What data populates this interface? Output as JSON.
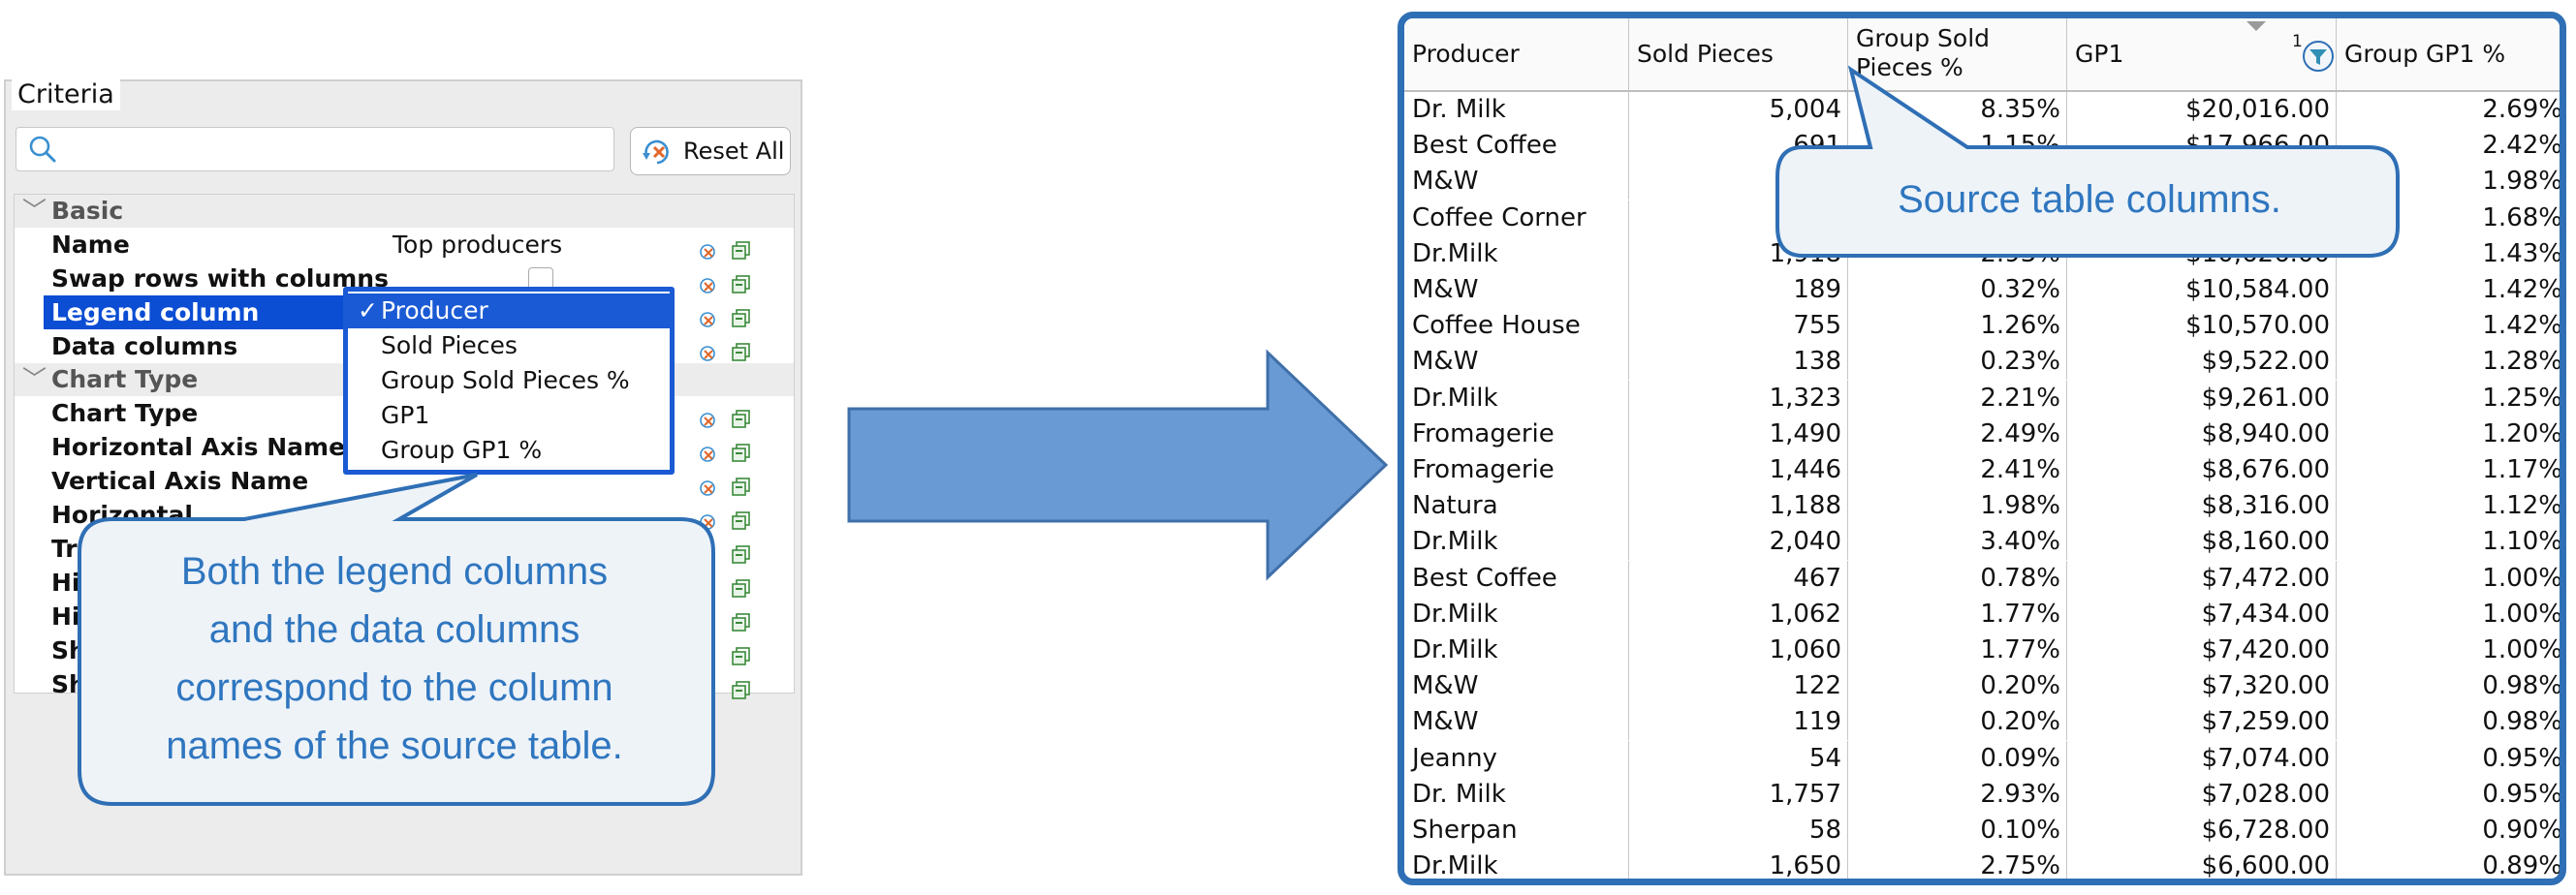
{
  "criteria": {
    "title": "Criteria",
    "search": {
      "placeholder": ""
    },
    "reset_label": "Reset All",
    "groups": [
      {
        "label": "Basic"
      },
      {
        "label": "Chart Type"
      }
    ],
    "rows": [
      {
        "name": "Name",
        "value": "Top producers"
      },
      {
        "name": "Swap rows with columns",
        "value": ""
      },
      {
        "name": "Legend column",
        "value": ""
      },
      {
        "name": "Data columns",
        "value": "."
      },
      {
        "name": "Chart Type",
        "value": ""
      },
      {
        "name": "Horizontal Axis Name",
        "value": ""
      },
      {
        "name": "Vertical Axis Name",
        "value": ""
      },
      {
        "name": "Horizontal",
        "value": ""
      },
      {
        "name": "Tra",
        "value": ""
      },
      {
        "name": "Hi",
        "value": ""
      },
      {
        "name": "Hi",
        "value": ""
      },
      {
        "name": "Sh",
        "value": ""
      },
      {
        "name": "Sh",
        "value": ""
      }
    ],
    "dropdown": {
      "check": "✓",
      "options": [
        "Producer",
        "Sold Pieces",
        "Group Sold Pieces %",
        "GP1",
        "Group GP1 %"
      ]
    }
  },
  "callouts": {
    "left": [
      "Both the legend columns",
      "and the data columns",
      "correspond to the column",
      "names of the source table."
    ],
    "right": "Source table columns."
  },
  "colors": {
    "accent": "#2f6fb5",
    "arrow": "#6a9ad3",
    "selection": "#1a5ad4",
    "callout_fill": "#eef3f8"
  },
  "table": {
    "headers": [
      "Producer",
      "Sold Pieces",
      "Group Sold Pieces %",
      "GP1",
      "Group GP1 %"
    ],
    "sort_index": "1",
    "rows": [
      [
        "Dr. Milk",
        "5,004",
        "8.35%",
        "$20,016.00",
        "2.69%"
      ],
      [
        "Best Coffee",
        "691",
        "1.15%",
        "$17,966.00",
        "2.42%"
      ],
      [
        "M&W",
        "",
        "",
        "",
        "1.98%"
      ],
      [
        "Coffee Corner",
        "",
        "",
        "",
        "1.68%"
      ],
      [
        "Dr.Milk",
        "1,918",
        "2.93%",
        "$10,626.00",
        "1.43%"
      ],
      [
        "M&W",
        "189",
        "0.32%",
        "$10,584.00",
        "1.42%"
      ],
      [
        "Coffee House",
        "755",
        "1.26%",
        "$10,570.00",
        "1.42%"
      ],
      [
        "M&W",
        "138",
        "0.23%",
        "$9,522.00",
        "1.28%"
      ],
      [
        "Dr.Milk",
        "1,323",
        "2.21%",
        "$9,261.00",
        "1.25%"
      ],
      [
        "Fromagerie",
        "1,490",
        "2.49%",
        "$8,940.00",
        "1.20%"
      ],
      [
        "Fromagerie",
        "1,446",
        "2.41%",
        "$8,676.00",
        "1.17%"
      ],
      [
        "Natura",
        "1,188",
        "1.98%",
        "$8,316.00",
        "1.12%"
      ],
      [
        "Dr.Milk",
        "2,040",
        "3.40%",
        "$8,160.00",
        "1.10%"
      ],
      [
        "Best Coffee",
        "467",
        "0.78%",
        "$7,472.00",
        "1.00%"
      ],
      [
        "Dr.Milk",
        "1,062",
        "1.77%",
        "$7,434.00",
        "1.00%"
      ],
      [
        "Dr.Milk",
        "1,060",
        "1.77%",
        "$7,420.00",
        "1.00%"
      ],
      [
        "M&W",
        "122",
        "0.20%",
        "$7,320.00",
        "0.98%"
      ],
      [
        "M&W",
        "119",
        "0.20%",
        "$7,259.00",
        "0.98%"
      ],
      [
        "Jeanny",
        "54",
        "0.09%",
        "$7,074.00",
        "0.95%"
      ],
      [
        "Dr. Milk",
        "1,757",
        "2.93%",
        "$7,028.00",
        "0.95%"
      ],
      [
        "Sherpan",
        "58",
        "0.10%",
        "$6,728.00",
        "0.90%"
      ],
      [
        "Dr.Milk",
        "1,650",
        "2.75%",
        "$6,600.00",
        "0.89%"
      ]
    ]
  }
}
